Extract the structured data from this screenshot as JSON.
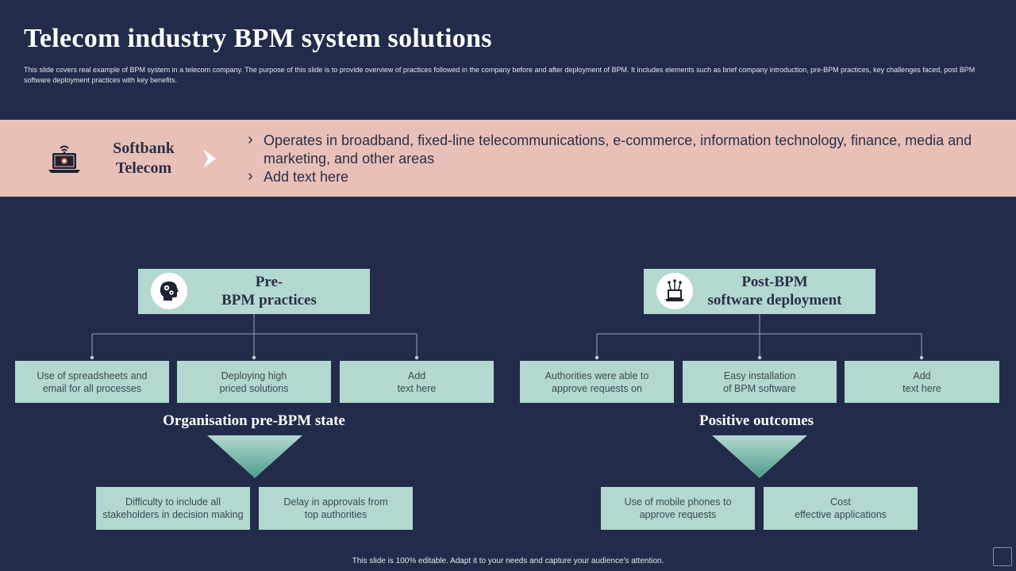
{
  "title": "Telecom industry BPM system solutions",
  "subtitle": "This slide covers real example of BPM  system in a telecom company. The purpose of this slide is to provide overview of practices followed in the company before and after deployment of BPM.  It includes elements  such as brief company introduction, pre-BPM  practices, key challenges faced, post BPM  software deployment practices with key benefits.",
  "company": {
    "name": "Softbank Telecom",
    "icon": "laptop-broadcast-icon",
    "bullets": [
      "Operates in broadband, fixed-line telecommunications, e-commerce, information technology, finance, media and marketing, and other areas",
      "Add text here"
    ]
  },
  "pre_bpm": {
    "header_line1": "Pre-",
    "header_line2": "BPM practices",
    "icon": "head-gears-icon",
    "cards": [
      {
        "line1": "Use of spreadsheets and",
        "line2": "email for all processes"
      },
      {
        "line1": "Deploying high",
        "line2": "priced solutions"
      },
      {
        "line1": "Add",
        "line2": "text here"
      }
    ],
    "section_title": "Organisation pre-BPM state",
    "outcomes": [
      {
        "line1": "Difficulty to include all",
        "line2": "stakeholders in decision making"
      },
      {
        "line1": "Delay in approvals from",
        "line2": "top authorities"
      }
    ]
  },
  "post_bpm": {
    "header_line1": "Post-BPM",
    "header_line2": "software deployment",
    "icon": "laptop-network-icon",
    "cards": [
      {
        "line1": "Authorities were  able to",
        "line2": "approve  requests on"
      },
      {
        "line1": "Easy installation",
        "line2": "of BPM software"
      },
      {
        "line1": "Add",
        "line2": "text here"
      }
    ],
    "section_title": "Positive outcomes",
    "outcomes": [
      {
        "line1": "Use of mobile phones to",
        "line2": "approve  requests"
      },
      {
        "line1": "Cost",
        "line2": "effective  applications"
      }
    ]
  },
  "footer": "This slide is 100% editable.  Adapt it to your needs and capture your audience's attention.",
  "colors": {
    "background": "#232b4a",
    "band": "#e8c0b8",
    "box": "#b3d8d0",
    "dark_text": "#2b2f45",
    "triangle_top": "#b3d8d0",
    "triangle_bottom": "#4f9c8c"
  }
}
